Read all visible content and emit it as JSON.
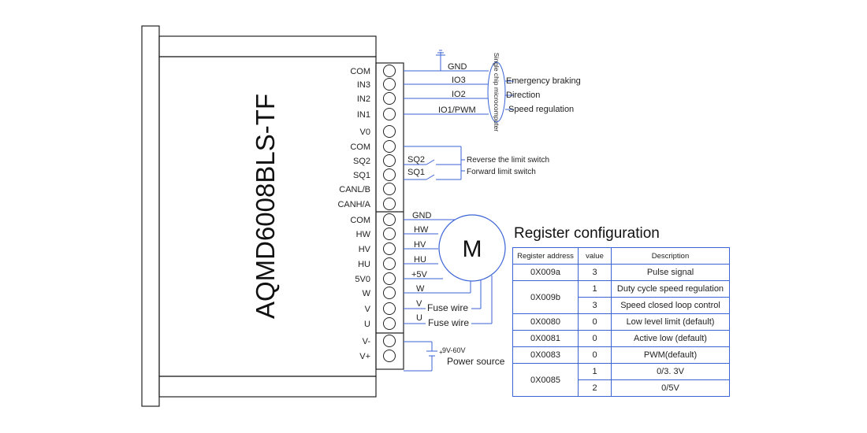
{
  "device": {
    "model": "AQMD6008BLS-TF"
  },
  "terminal_labels": [
    "COM",
    "IN3",
    "IN2",
    "IN1",
    "V0",
    "COM",
    "SQ2",
    "SQ1",
    "CANL/B",
    "CANH/A",
    "COM",
    "HW",
    "HV",
    "HU",
    "5V0",
    "W",
    "V",
    "U",
    "V-",
    "V+"
  ],
  "control_wires": {
    "gnd": "GND",
    "io3": "IO3",
    "io2": "IO2",
    "io1": "IO1/PWM"
  },
  "mcu": {
    "label": "Single chip microcomputer"
  },
  "control_functions": {
    "io3": "Emergency braking",
    "io2": "Direction",
    "io1": "Speed regulation"
  },
  "limit": {
    "sq2": "SQ2",
    "sq1": "SQ1",
    "sq2_desc": "Reverse the limit switch",
    "sq1_desc": "Forward limit switch"
  },
  "motor_wires": {
    "gnd": "GND",
    "hw": "HW",
    "hv": "HV",
    "hu": "HU",
    "p5v": "+5V",
    "w": "W",
    "v": "V",
    "u": "U"
  },
  "motor": {
    "label": "M"
  },
  "fuse": {
    "v": "Fuse wire",
    "u": "Fuse wire"
  },
  "power": {
    "range": "9V-60V",
    "label": "Power source"
  },
  "register": {
    "title": "Register configuration",
    "headers": [
      "Register address",
      "value",
      "Description"
    ],
    "rows": [
      {
        "address": "0X009a",
        "entries": [
          {
            "value": "3",
            "desc": "Pulse signal"
          }
        ]
      },
      {
        "address": "0X009b",
        "entries": [
          {
            "value": "1",
            "desc": "Duty cycle speed regulation"
          },
          {
            "value": "3",
            "desc": "Speed closed loop control"
          }
        ]
      },
      {
        "address": "0X0080",
        "entries": [
          {
            "value": "0",
            "desc": "Low level limit (default)"
          }
        ]
      },
      {
        "address": "0X0081",
        "entries": [
          {
            "value": "0",
            "desc": "Active low (default)"
          }
        ]
      },
      {
        "address": "0X0083",
        "entries": [
          {
            "value": "0",
            "desc": "PWM(default)"
          }
        ]
      },
      {
        "address": "0X0085",
        "entries": [
          {
            "value": "1",
            "desc": "0/3. 3V"
          },
          {
            "value": "2",
            "desc": "0/5V"
          }
        ]
      }
    ]
  },
  "colors": {
    "wire": "#3a63d6",
    "outline": "#222222",
    "table_border": "#3a63d6"
  }
}
